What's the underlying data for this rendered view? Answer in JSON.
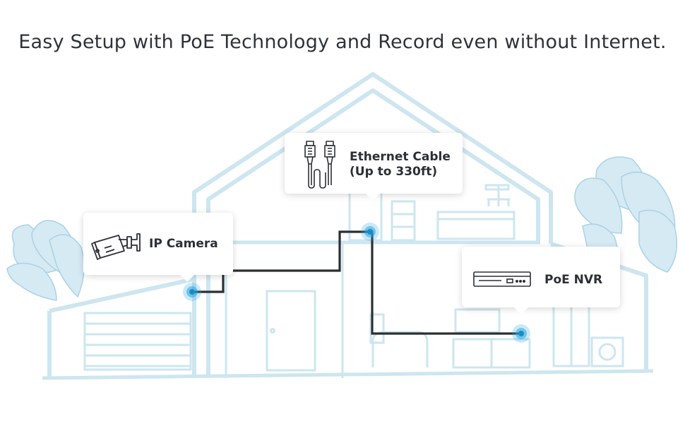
{
  "headline": "Easy Setup with PoE Technology and Record even without Internet.",
  "colors": {
    "house_outline": "#cde6f0",
    "foliage": "#d6eaf4",
    "cable": "#2b2f33",
    "connection_dot": "#2aa6e0"
  },
  "callouts": {
    "ethernet": {
      "line1": "Ethernet Cable",
      "line2": "(Up to 330ft)",
      "icon": "ethernet-cable-icon"
    },
    "camera": {
      "label": "IP Camera",
      "icon": "ip-camera-icon"
    },
    "nvr": {
      "label": "PoE NVR",
      "icon": "nvr-device-icon"
    }
  }
}
